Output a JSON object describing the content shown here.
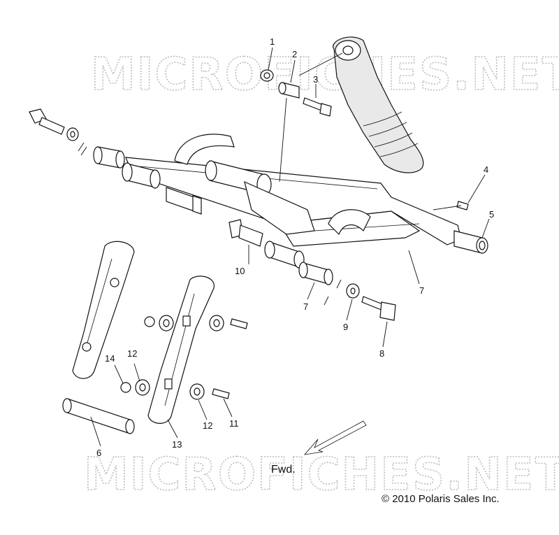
{
  "watermark": "MICROFICHES.NET",
  "forward_label": "Fwd.",
  "copyright": "© 2010 Polaris Sales Inc.",
  "callouts": [
    "1",
    "2",
    "3",
    "4",
    "5",
    "6",
    "7",
    "7",
    "8",
    "9",
    "10",
    "11",
    "12",
    "12",
    "13",
    "14"
  ]
}
